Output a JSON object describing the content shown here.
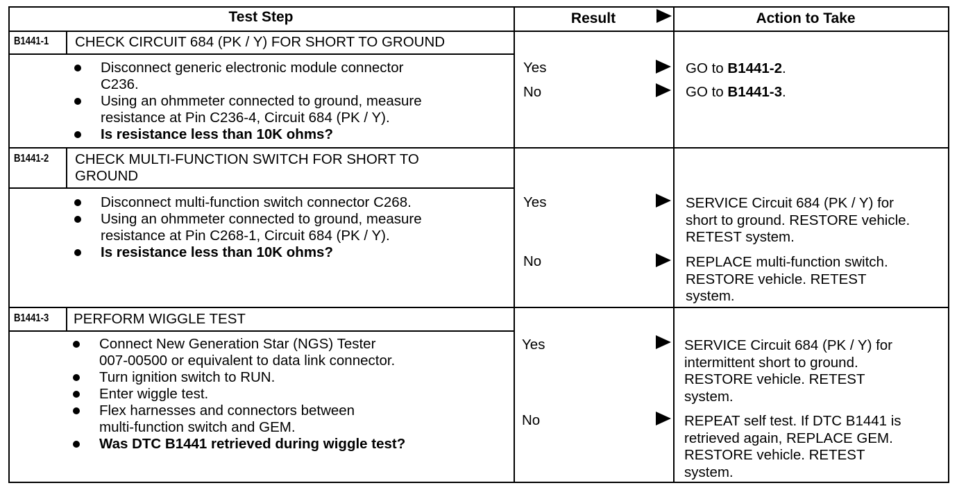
{
  "header": {
    "test_step": "Test Step",
    "result": "Result",
    "action": "Action to Take"
  },
  "steps": [
    {
      "id": "B1441-1",
      "title_lines": [
        "CHECK CIRCUIT 684 (PK / Y) FOR SHORT TO GROUND"
      ],
      "bullets": [
        {
          "lines": [
            "Disconnect generic electronic module connector",
            "C236."
          ],
          "question": false
        },
        {
          "lines": [
            "Using an ohmmeter connected to ground, measure",
            "resistance at Pin C236-4, Circuit 684 (PK / Y)."
          ],
          "question": false
        },
        {
          "lines": [
            "Is resistance less than 10K ohms?"
          ],
          "question": true
        }
      ],
      "results": [
        {
          "label": "Yes",
          "action_prefix": "GO to ",
          "action_bold": "B1441-2",
          "action_suffix": ".",
          "action_lines": []
        },
        {
          "label": "No",
          "action_prefix": "GO to ",
          "action_bold": "B1441-3",
          "action_suffix": ".",
          "action_lines": []
        }
      ]
    },
    {
      "id": "B1441-2",
      "title_lines": [
        "CHECK MULTI-FUNCTION SWITCH FOR SHORT TO",
        "GROUND"
      ],
      "bullets": [
        {
          "lines": [
            "Disconnect multi-function switch connector C268."
          ],
          "question": false
        },
        {
          "lines": [
            "Using an ohmmeter connected to ground, measure",
            "resistance at Pin C268-1, Circuit 684 (PK / Y)."
          ],
          "question": false
        },
        {
          "lines": [
            "Is resistance less than 10K ohms?"
          ],
          "question": true
        }
      ],
      "results": [
        {
          "label": "Yes",
          "action_lines": [
            "SERVICE Circuit 684 (PK / Y) for",
            "short to ground. RESTORE vehicle.",
            "RETEST system."
          ]
        },
        {
          "label": "No",
          "action_lines": [
            "REPLACE multi-function switch.",
            "RESTORE vehicle. RETEST",
            "system."
          ]
        }
      ]
    },
    {
      "id": "B1441-3",
      "title_lines": [
        "PERFORM WIGGLE TEST"
      ],
      "bullets": [
        {
          "lines": [
            "Connect New Generation Star (NGS) Tester",
            "007-00500 or equivalent to data link connector."
          ],
          "question": false
        },
        {
          "lines": [
            "Turn ignition switch to RUN."
          ],
          "question": false
        },
        {
          "lines": [
            "Enter wiggle test."
          ],
          "question": false
        },
        {
          "lines": [
            "Flex harnesses and connectors between",
            "multi-function switch and GEM."
          ],
          "question": false
        },
        {
          "lines": [
            "Was DTC B1441 retrieved during wiggle test?"
          ],
          "question": true
        }
      ],
      "results": [
        {
          "label": "Yes",
          "action_lines": [
            "SERVICE Circuit 684 (PK / Y) for",
            "intermittent short to ground.",
            "RESTORE vehicle. RETEST",
            "system."
          ]
        },
        {
          "label": "No",
          "action_lines": [
            "REPEAT self test. If DTC B1441 is",
            "retrieved again, REPLACE GEM.",
            "RESTORE vehicle. RETEST",
            "system."
          ]
        }
      ]
    }
  ]
}
